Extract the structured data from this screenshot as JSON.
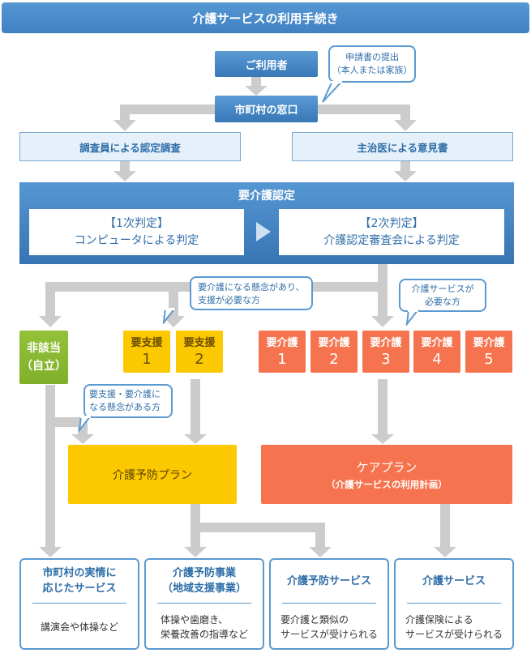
{
  "title": "介護サービスの利用手続き",
  "user": "ご利用者",
  "bubble_application": [
    "申請書の提出",
    "（本人または家族）"
  ],
  "window": "市町村の窓口",
  "investigation": "調査員による認定調査",
  "doctor_opinion": "主治医による意見書",
  "certification": {
    "title": "要介護認定",
    "first": {
      "label": "【1次判定】",
      "desc": "コンピュータによる判定"
    },
    "second": {
      "label": "【2次判定】",
      "desc": "介護認定審査会による判定"
    }
  },
  "bubble_support": [
    "要介護になる懸念があり、",
    "支援が必要な方"
  ],
  "bubble_care": [
    "介護サービスが",
    "必要な方"
  ],
  "bubble_prevent": [
    "要支援・要介護に",
    "なる懸念がある方"
  ],
  "levels": {
    "independent": [
      "非該当",
      "（自立）"
    ],
    "support": [
      {
        "label": "要支援",
        "num": "1"
      },
      {
        "label": "要支援",
        "num": "2"
      }
    ],
    "care": [
      {
        "label": "要介護",
        "num": "1"
      },
      {
        "label": "要介護",
        "num": "2"
      },
      {
        "label": "要介護",
        "num": "3"
      },
      {
        "label": "要介護",
        "num": "4"
      },
      {
        "label": "要介護",
        "num": "5"
      }
    ]
  },
  "plans": {
    "prevention": "介護予防プラン",
    "care": {
      "title": "ケアプラン",
      "sub": "（介護サービスの利用計画）"
    }
  },
  "services": [
    {
      "title": [
        "市町村の実情に",
        "応じたサービス"
      ],
      "body": [
        "講演会や体操など"
      ]
    },
    {
      "title": [
        "介護予防事業",
        "（地域支援事業）"
      ],
      "body": [
        "体操や歯磨き、",
        "栄養改善の指導など"
      ]
    },
    {
      "title": [
        "介護予防サービス"
      ],
      "body": [
        "要介護と類似の",
        "サービスが受けられる"
      ]
    },
    {
      "title": [
        "介護サービス"
      ],
      "body": [
        "介護保険による",
        "サービスが受けられる"
      ]
    }
  ],
  "colors": {
    "blue": "#4a8cc9",
    "green": "#8aba32",
    "yellow": "#fcc800",
    "orange": "#f5734e",
    "connector": "#cccccc"
  }
}
